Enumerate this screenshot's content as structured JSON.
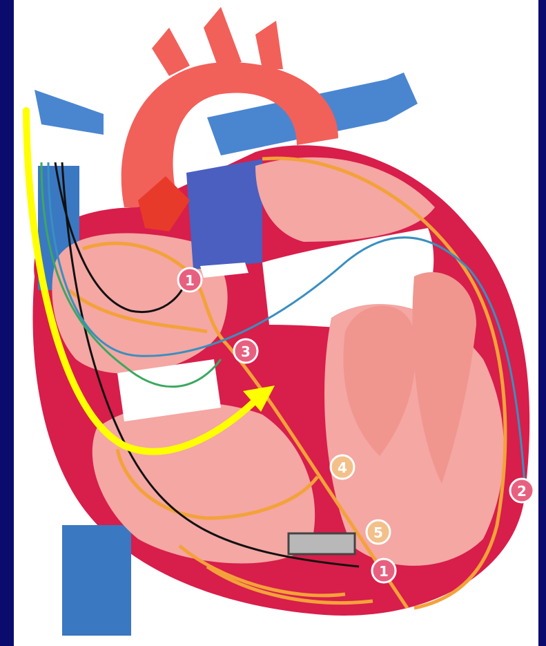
{
  "figure": {
    "background_color": "#0b0b6e",
    "panel_color": "#ffffff",
    "colors": {
      "aorta": "#f2605a",
      "vena_cava": "#4a86d0",
      "pulmonary": "#4a5fc0",
      "myocardium": "#d81e4a",
      "chamber": "#f4a7a3",
      "conduction": "#f3a23a",
      "arrow": "#ffff00",
      "lead_black": "#111111",
      "lead_blue": "#3a8fc0",
      "lead_green": "#3aa860",
      "device": "#b8b8b8"
    },
    "markers": [
      {
        "id": "m1a",
        "label": "1"
      },
      {
        "id": "m3",
        "label": "3"
      },
      {
        "id": "m4",
        "label": "4"
      },
      {
        "id": "m2",
        "label": "2"
      },
      {
        "id": "m5",
        "label": "5"
      },
      {
        "id": "m1b",
        "label": "1"
      }
    ]
  }
}
